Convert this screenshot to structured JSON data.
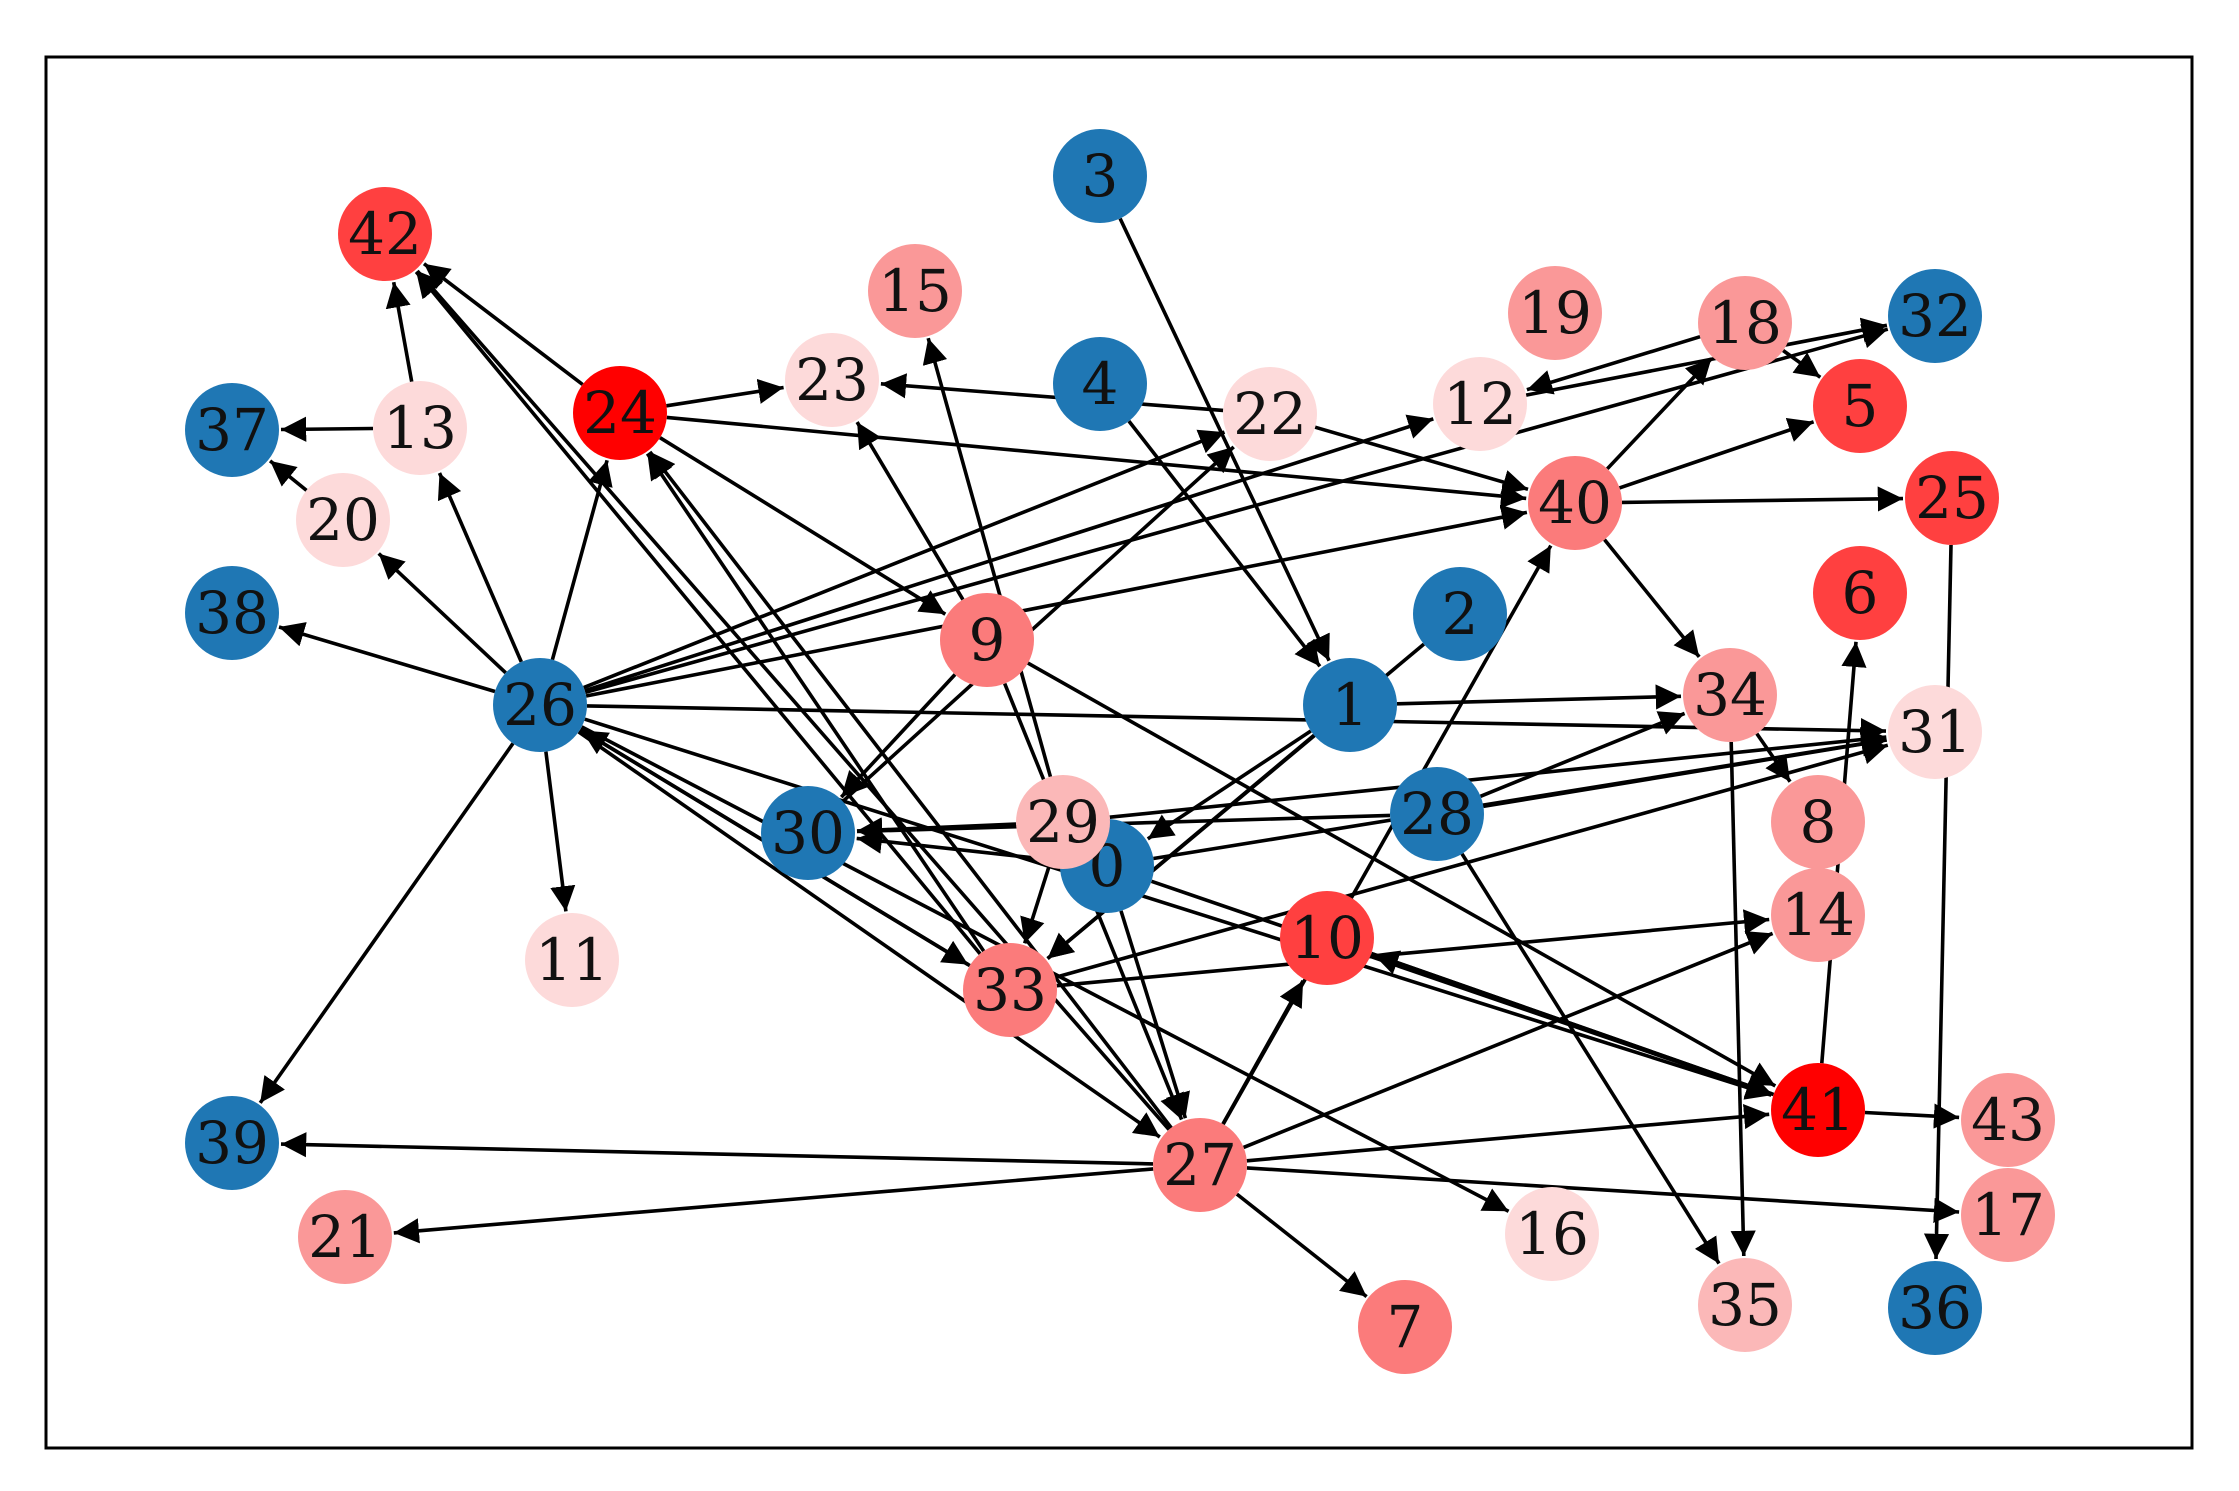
{
  "colors": {
    "blue": "#1f77b4",
    "red": "#ff0000",
    "strong": "#ff4040",
    "medium": "#fb7b7b",
    "light": "#fa9898",
    "lighter": "#fbb8b8",
    "pale": "#fddada",
    "edge": "#000000",
    "frame": "#000000"
  },
  "nodes": [
    {
      "id": "0",
      "label": "0",
      "color": "blue"
    },
    {
      "id": "1",
      "label": "1",
      "color": "blue"
    },
    {
      "id": "2",
      "label": "2",
      "color": "blue"
    },
    {
      "id": "3",
      "label": "3",
      "color": "blue"
    },
    {
      "id": "4",
      "label": "4",
      "color": "blue"
    },
    {
      "id": "5",
      "label": "5",
      "color": "strong"
    },
    {
      "id": "6",
      "label": "6",
      "color": "strong"
    },
    {
      "id": "7",
      "label": "7",
      "color": "medium"
    },
    {
      "id": "8",
      "label": "8",
      "color": "light"
    },
    {
      "id": "9",
      "label": "9",
      "color": "medium"
    },
    {
      "id": "10",
      "label": "10",
      "color": "strong"
    },
    {
      "id": "11",
      "label": "11",
      "color": "pale"
    },
    {
      "id": "12",
      "label": "12",
      "color": "pale"
    },
    {
      "id": "13",
      "label": "13",
      "color": "pale"
    },
    {
      "id": "14",
      "label": "14",
      "color": "light"
    },
    {
      "id": "15",
      "label": "15",
      "color": "light"
    },
    {
      "id": "16",
      "label": "16",
      "color": "pale"
    },
    {
      "id": "17",
      "label": "17",
      "color": "light"
    },
    {
      "id": "18",
      "label": "18",
      "color": "light"
    },
    {
      "id": "19",
      "label": "19",
      "color": "light"
    },
    {
      "id": "20",
      "label": "20",
      "color": "pale"
    },
    {
      "id": "21",
      "label": "21",
      "color": "light"
    },
    {
      "id": "22",
      "label": "22",
      "color": "pale"
    },
    {
      "id": "23",
      "label": "23",
      "color": "pale"
    },
    {
      "id": "24",
      "label": "24",
      "color": "red"
    },
    {
      "id": "25",
      "label": "25",
      "color": "strong"
    },
    {
      "id": "26",
      "label": "26",
      "color": "blue"
    },
    {
      "id": "27",
      "label": "27",
      "color": "medium"
    },
    {
      "id": "28",
      "label": "28",
      "color": "blue"
    },
    {
      "id": "29",
      "label": "29",
      "color": "lighter"
    },
    {
      "id": "30",
      "label": "30",
      "color": "blue"
    },
    {
      "id": "31",
      "label": "31",
      "color": "pale"
    },
    {
      "id": "32",
      "label": "32",
      "color": "blue"
    },
    {
      "id": "33",
      "label": "33",
      "color": "medium"
    },
    {
      "id": "34",
      "label": "34",
      "color": "light"
    },
    {
      "id": "35",
      "label": "35",
      "color": "lighter"
    },
    {
      "id": "36",
      "label": "36",
      "color": "blue"
    },
    {
      "id": "37",
      "label": "37",
      "color": "blue"
    },
    {
      "id": "38",
      "label": "38",
      "color": "blue"
    },
    {
      "id": "39",
      "label": "39",
      "color": "blue"
    },
    {
      "id": "40",
      "label": "40",
      "color": "medium"
    },
    {
      "id": "41",
      "label": "41",
      "color": "red"
    },
    {
      "id": "42",
      "label": "42",
      "color": "strong"
    },
    {
      "id": "43",
      "label": "43",
      "color": "light"
    }
  ],
  "edges": [
    [
      "3",
      "1"
    ],
    [
      "4",
      "1"
    ],
    [
      "1",
      "34"
    ],
    [
      "1",
      "0"
    ],
    [
      "1",
      "33"
    ],
    [
      "2",
      "33"
    ],
    [
      "13",
      "37"
    ],
    [
      "13",
      "42"
    ],
    [
      "20",
      "37"
    ],
    [
      "24",
      "23"
    ],
    [
      "24",
      "42"
    ],
    [
      "24",
      "9"
    ],
    [
      "24",
      "40"
    ],
    [
      "22",
      "23"
    ],
    [
      "22",
      "40"
    ],
    [
      "12",
      "32"
    ],
    [
      "18",
      "12"
    ],
    [
      "18",
      "5"
    ],
    [
      "40",
      "18"
    ],
    [
      "40",
      "5"
    ],
    [
      "40",
      "25"
    ],
    [
      "40",
      "34"
    ],
    [
      "34",
      "35"
    ],
    [
      "34",
      "8"
    ],
    [
      "25",
      "36"
    ],
    [
      "41",
      "6"
    ],
    [
      "41",
      "43"
    ],
    [
      "10",
      "41"
    ],
    [
      "41",
      "10"
    ],
    [
      "28",
      "31"
    ],
    [
      "28",
      "30"
    ],
    [
      "28",
      "35"
    ],
    [
      "28",
      "34"
    ],
    [
      "29",
      "31"
    ],
    [
      "29",
      "30"
    ],
    [
      "29",
      "15"
    ],
    [
      "29",
      "33"
    ],
    [
      "0",
      "30"
    ],
    [
      "0",
      "41"
    ],
    [
      "0",
      "31"
    ],
    [
      "0",
      "27"
    ],
    [
      "9",
      "23"
    ],
    [
      "9",
      "27"
    ],
    [
      "9",
      "30"
    ],
    [
      "9",
      "41"
    ],
    [
      "30",
      "22"
    ],
    [
      "33",
      "14"
    ],
    [
      "33",
      "31"
    ],
    [
      "26",
      "13"
    ],
    [
      "26",
      "20"
    ],
    [
      "26",
      "38"
    ],
    [
      "26",
      "24"
    ],
    [
      "26",
      "11"
    ],
    [
      "26",
      "39"
    ],
    [
      "26",
      "22"
    ],
    [
      "26",
      "12"
    ],
    [
      "26",
      "40"
    ],
    [
      "26",
      "32"
    ],
    [
      "26",
      "27"
    ],
    [
      "26",
      "33"
    ],
    [
      "26",
      "16"
    ],
    [
      "26",
      "31"
    ],
    [
      "26",
      "41"
    ],
    [
      "27",
      "39"
    ],
    [
      "27",
      "21"
    ],
    [
      "27",
      "7"
    ],
    [
      "27",
      "17"
    ],
    [
      "27",
      "41"
    ],
    [
      "27",
      "14"
    ],
    [
      "27",
      "10"
    ],
    [
      "27",
      "42"
    ],
    [
      "27",
      "24"
    ],
    [
      "27",
      "40"
    ],
    [
      "33",
      "42"
    ],
    [
      "33",
      "24"
    ],
    [
      "33",
      "26"
    ]
  ]
}
